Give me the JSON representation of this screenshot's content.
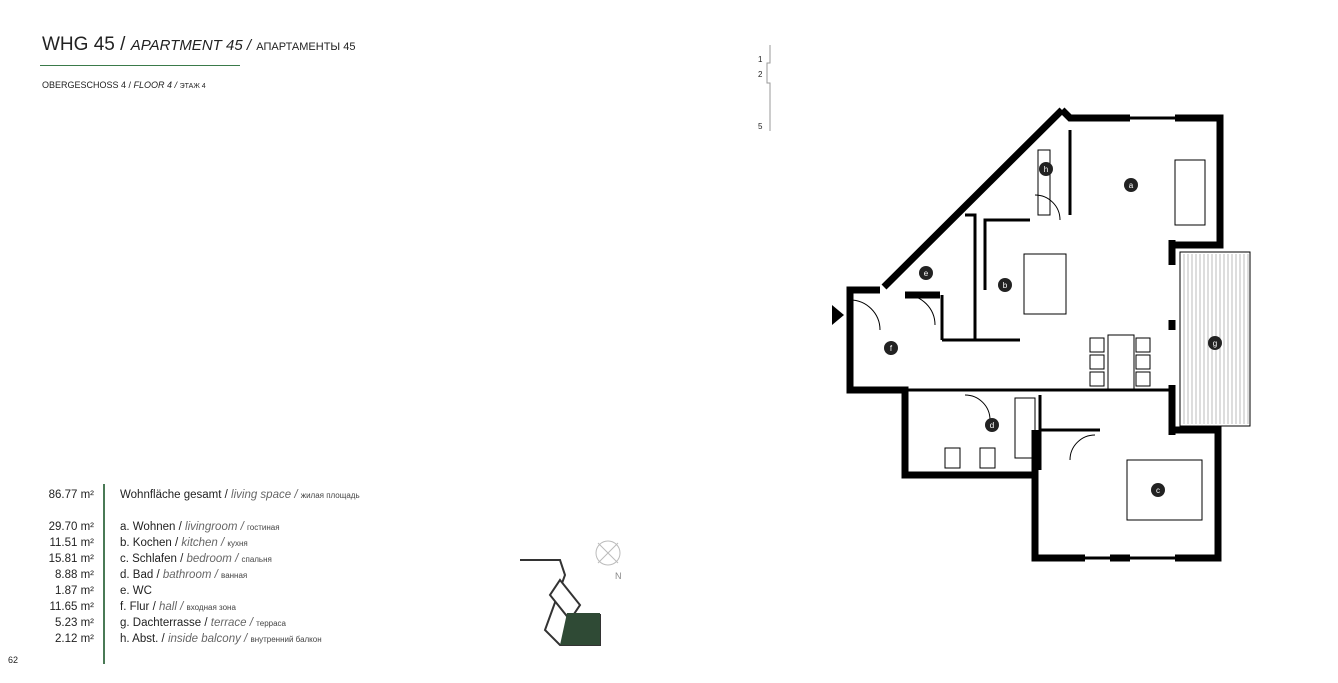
{
  "header": {
    "title_de": "WHG 45 /",
    "title_en": "APARTMENT 45 /",
    "title_ru": "АПАРТАМЕНТЫ 45",
    "floor_de": "OBERGESCHOSS 4 /",
    "floor_en": "FLOOR 4 /",
    "floor_ru": "ЭТАЖ 4"
  },
  "floor_indicator": [
    "1",
    "2",
    "5"
  ],
  "total": {
    "value": "86.77 m²",
    "de": "Wohnfläche gesamt /",
    "en": "living space /",
    "ru": "жилая площадь"
  },
  "rooms": [
    {
      "value": "29.70 m²",
      "de": "a. Wohnen /",
      "en": "livingroom /",
      "ru": "гостиная"
    },
    {
      "value": "11.51 m²",
      "de": "b. Kochen /",
      "en": "kitchen /",
      "ru": "кухня"
    },
    {
      "value": "15.81 m²",
      "de": "c. Schlafen /",
      "en": "bedroom /",
      "ru": "спальня"
    },
    {
      "value": "8.88 m²",
      "de": "d. Bad /",
      "en": "bathroom /",
      "ru": "ванная"
    },
    {
      "value": "1.87 m²",
      "de": "e. WC",
      "en": "",
      "ru": ""
    },
    {
      "value": "11.65 m²",
      "de": "f. Flur /",
      "en": "hall /",
      "ru": "входная зона"
    },
    {
      "value": "5.23 m²",
      "de": "g. Dachterrasse /",
      "en": "terrace /",
      "ru": "терраса"
    },
    {
      "value": "2.12 m²",
      "de": "h. Abst. /",
      "en": "inside balcony /",
      "ru": "внутренний балкон"
    }
  ],
  "plan_labels": {
    "a": "a",
    "b": "b",
    "c": "c",
    "d": "d",
    "e": "e",
    "f": "f",
    "g": "g",
    "h": "h"
  },
  "compass": "N",
  "page_number": "62",
  "colors": {
    "accent": "#3a7a4a",
    "highlight": "#2f4a35"
  }
}
